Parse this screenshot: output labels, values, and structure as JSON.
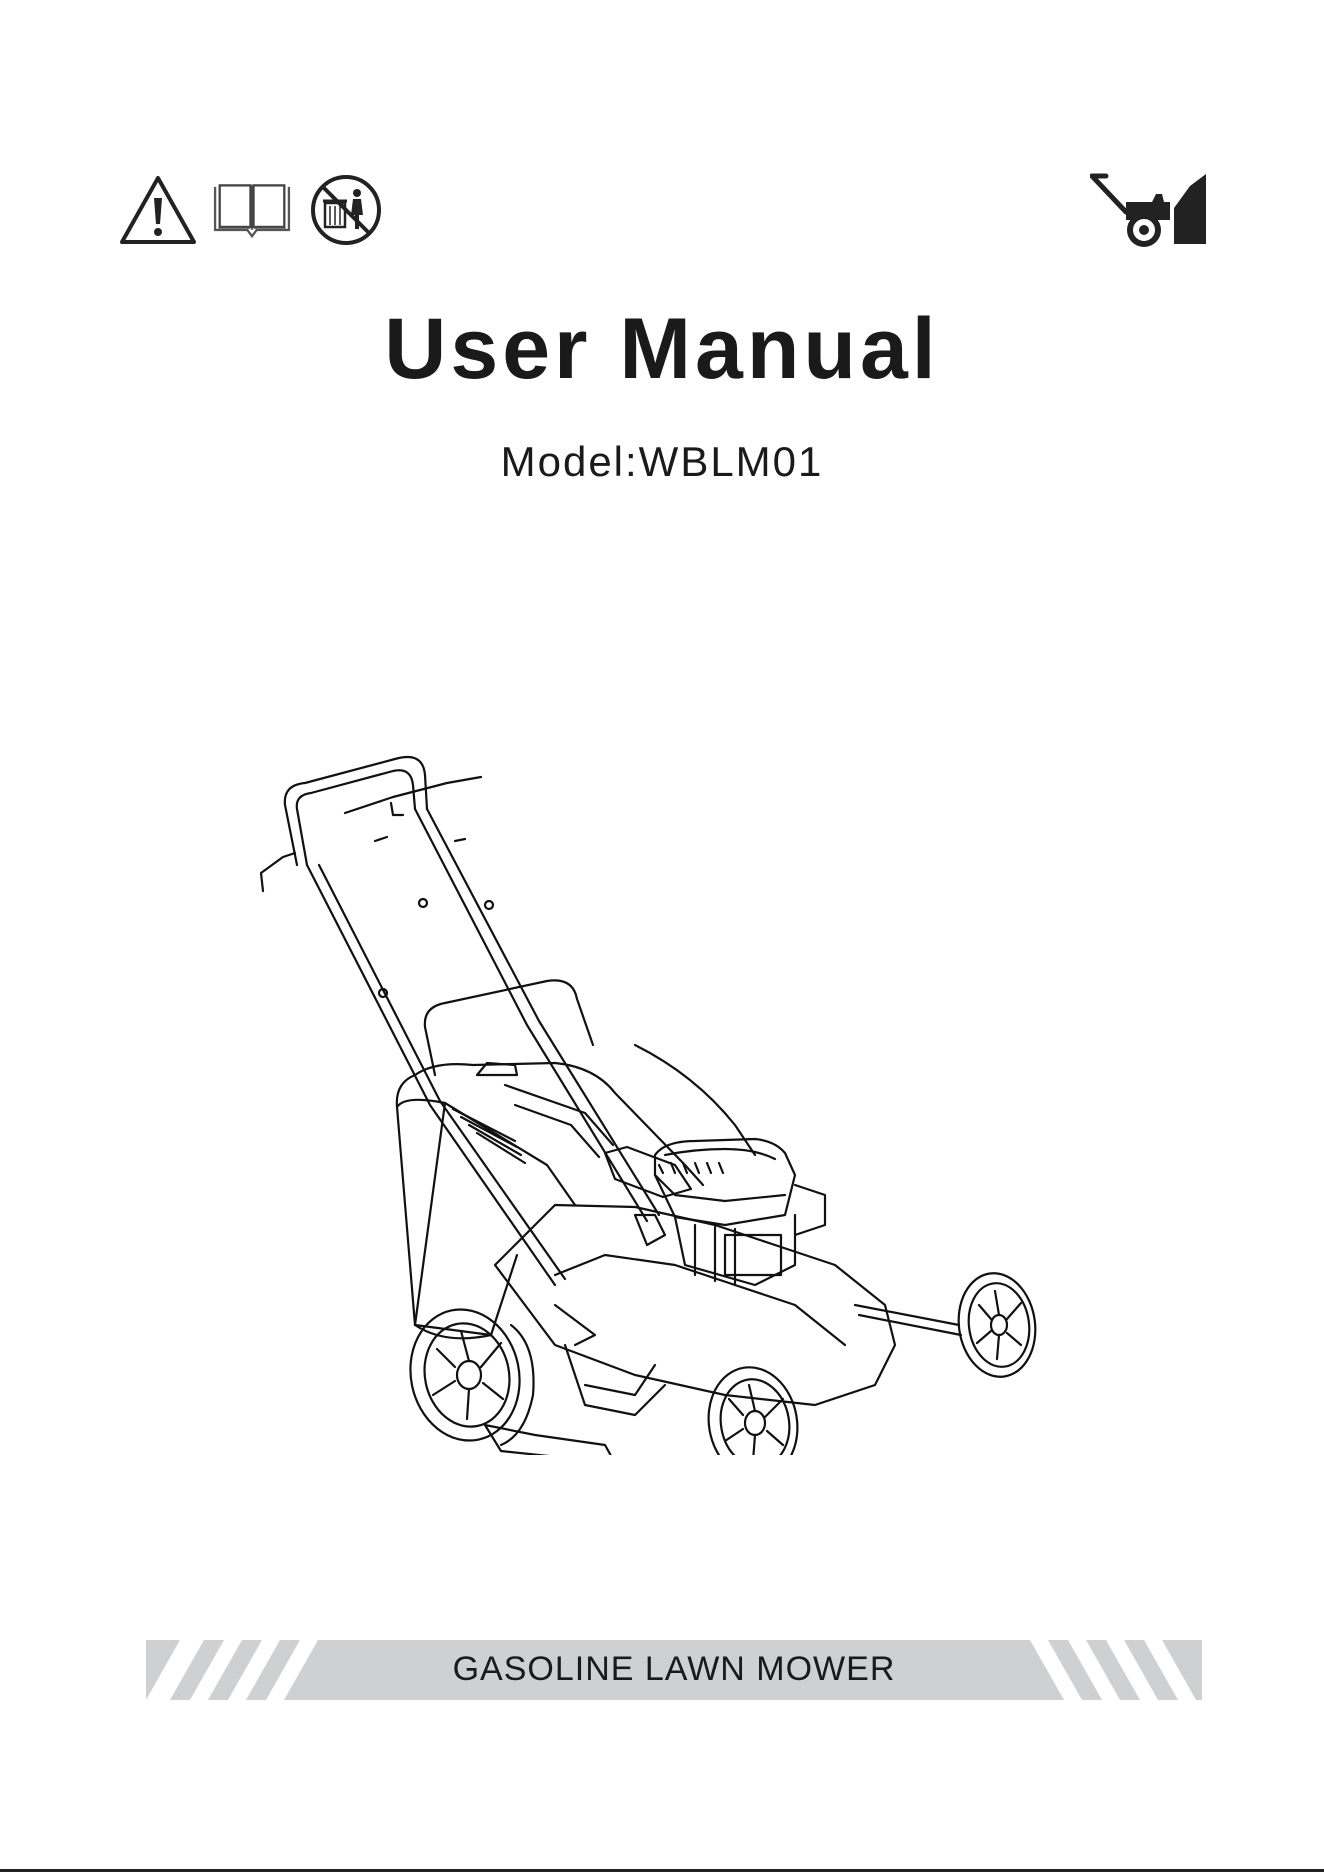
{
  "header": {
    "icons": [
      "warning-icon",
      "read-manual-icon",
      "no-trash-disposal-icon"
    ],
    "product_category_icon": "lawn-mower-icon"
  },
  "cover": {
    "title": "User Manual",
    "model": "Model:WBLM01",
    "product_illustration": "lawn-mower-illustration"
  },
  "banner": {
    "label": "GASOLINE LAWN MOWER"
  },
  "colors": {
    "banner_bg": "#cfd0d2",
    "stripe": "#ffffff",
    "ink": "#1a1a1a"
  }
}
